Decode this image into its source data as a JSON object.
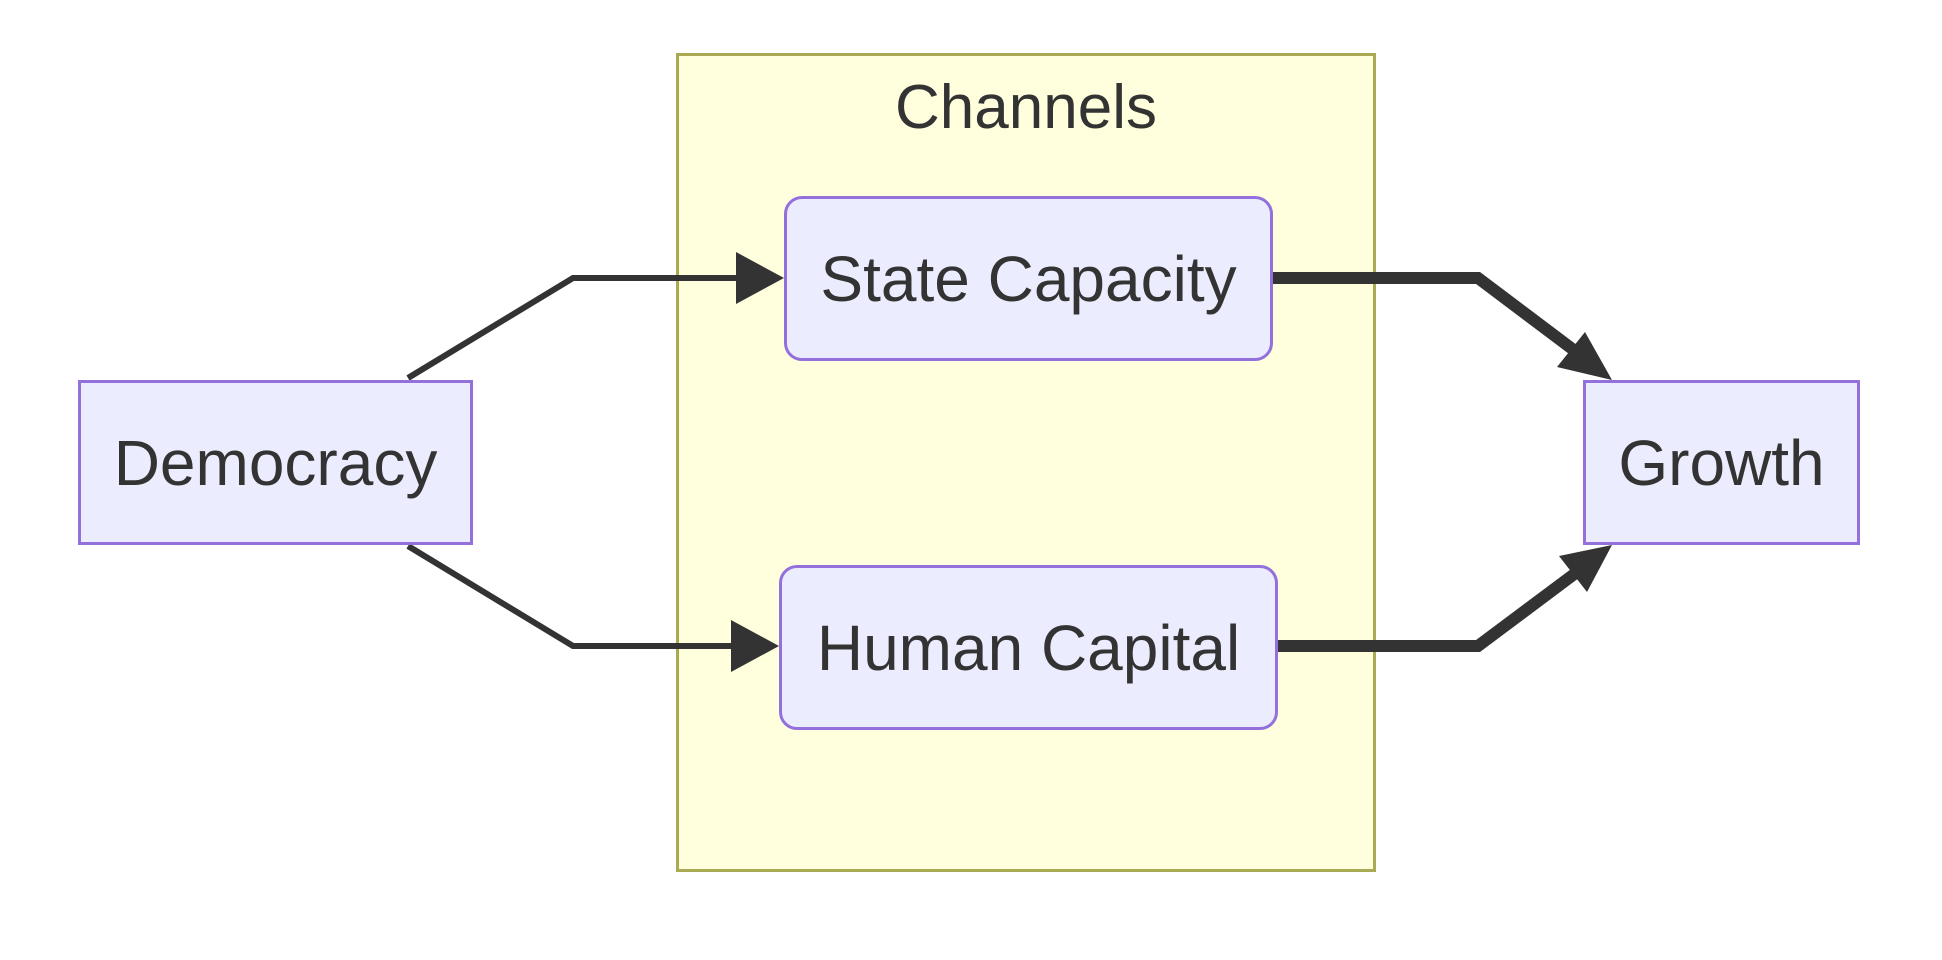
{
  "cluster": {
    "title": "Channels"
  },
  "nodes": {
    "democracy": "Democracy",
    "state_capacity": "State Capacity",
    "human_capital": "Human Capital",
    "growth": "Growth"
  },
  "colors": {
    "node_fill": "#ececff",
    "node_border": "#9370db",
    "cluster_fill": "#ffffde",
    "cluster_border": "#aaaa55",
    "edge": "#333333",
    "text": "#333333"
  }
}
